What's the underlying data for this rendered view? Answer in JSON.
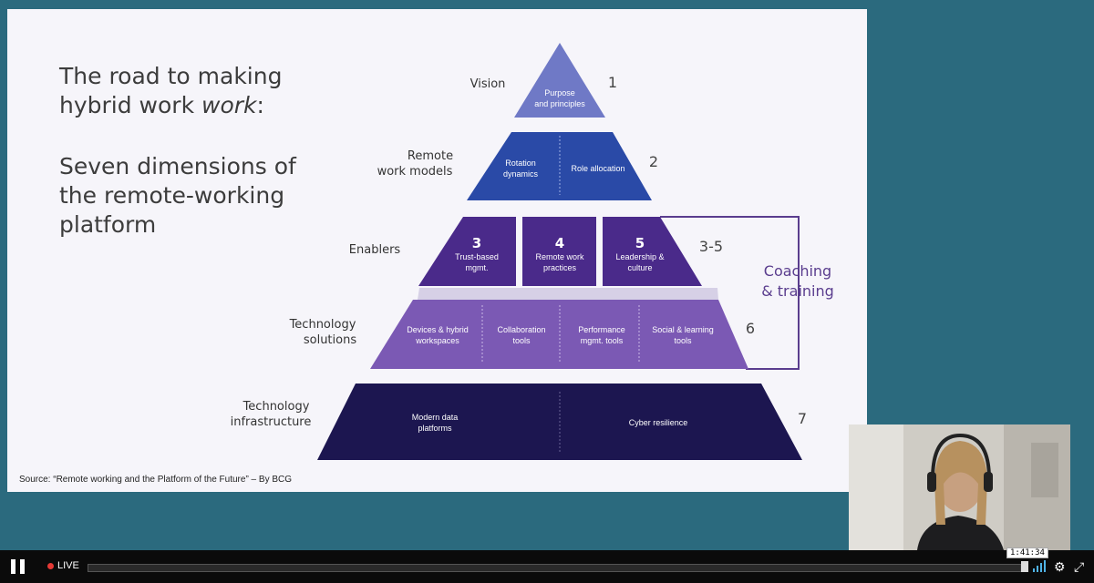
{
  "slide": {
    "title_line1": "The road to making",
    "title_line2_pre": "hybrid work ",
    "title_line2_em": "work",
    "title_line2_post": ":",
    "subtitle_lines": [
      "Seven dimensions of",
      "the remote-working",
      "platform"
    ],
    "source": "Source: “Remote working and the Platform of the Future” – By BCG",
    "levels": {
      "vision": {
        "label": [
          "Vision"
        ],
        "number": "1",
        "cells": [
          [
            "Purpose",
            "and principles"
          ]
        ]
      },
      "models": {
        "label": [
          "Remote",
          "work models"
        ],
        "number": "2",
        "cells": [
          [
            "Rotation",
            "dynamics"
          ],
          [
            "Role allocation"
          ]
        ]
      },
      "enablers": {
        "label": [
          "Enablers"
        ],
        "number": "3-5",
        "blocks": [
          {
            "num": "3",
            "text": [
              "Trust-based",
              "mgmt."
            ]
          },
          {
            "num": "4",
            "text": [
              "Remote work",
              "practices"
            ]
          },
          {
            "num": "5",
            "text": [
              "Leadership &",
              "culture"
            ]
          }
        ]
      },
      "techsol": {
        "label": [
          "Technology",
          "solutions"
        ],
        "number": "6",
        "cells": [
          [
            "Devices & hybrid",
            "workspaces"
          ],
          [
            "Collaboration",
            "tools"
          ],
          [
            "Performance",
            "mgmt. tools"
          ],
          [
            "Social & learning",
            "tools"
          ]
        ]
      },
      "infra": {
        "label": [
          "Technology",
          "infrastructure"
        ],
        "number": "7",
        "cells": [
          [
            "Modern data",
            "platforms"
          ],
          [
            "Cyber resilience"
          ]
        ]
      }
    },
    "coaching": [
      "Coaching",
      "& training"
    ],
    "colors": {
      "vision": "#6f79c6",
      "models": "#2a4aa7",
      "enablers": "#4a2a8a",
      "techsol": "#7b59b4",
      "infra": "#1c1650",
      "band": "#d6d0e6",
      "coaching": "#5a3d8e"
    }
  },
  "player": {
    "live_label": "LIVE",
    "timestamp": "1:41:34",
    "progress": 0.996,
    "icons": [
      "pause-icon",
      "signal-icon",
      "gear-icon",
      "fullscreen-icon"
    ]
  },
  "webcam": {
    "description_icon": "presenter-video"
  }
}
